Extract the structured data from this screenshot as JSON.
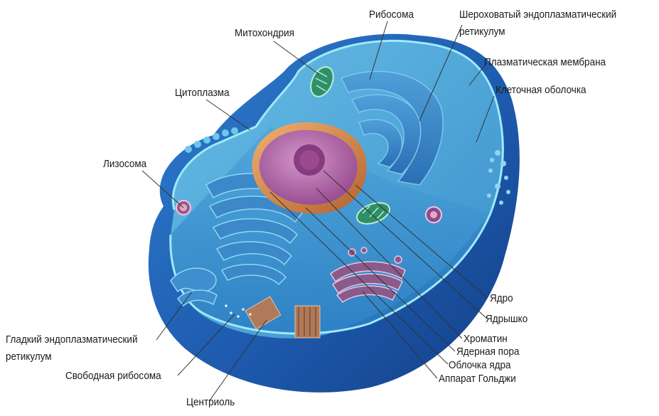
{
  "labels": {
    "ribosome": "Рибосома",
    "rough_er_1": "Шероховатый эндоплазматический",
    "rough_er_2": "ретикулум",
    "mitochondrion": "Митохондрия",
    "plasma_membrane": "Плазматическая мембрана",
    "cytoplasm": "Цитоплазма",
    "cell_wall": "Клеточная оболочка",
    "lysosome": "Лизосома",
    "nucleus": "Ядро",
    "nucleolus": "Ядрышко",
    "chromatin": "Хроматин",
    "nuclear_pore": "Ядерная пора",
    "nuclear_envelope": "Облочка ядра",
    "golgi": "Аппарат Гольджи",
    "smooth_er_1": "Гладкий эндоплазматический",
    "smooth_er_2": "ретикулум",
    "free_ribosome": "Свободная рибосома",
    "centriole": "Центриоль"
  },
  "colors": {
    "cell_outer": "#1f5fb0",
    "cytoplasm": "#5fb4df",
    "membrane": "#8fe3f5",
    "nucleus": "#b06aa8",
    "nuclear_envelope": "#d98c4a",
    "mitochondria": "#3aa87a",
    "golgi": "#8a5a8a",
    "centriole": "#b07a5a"
  }
}
